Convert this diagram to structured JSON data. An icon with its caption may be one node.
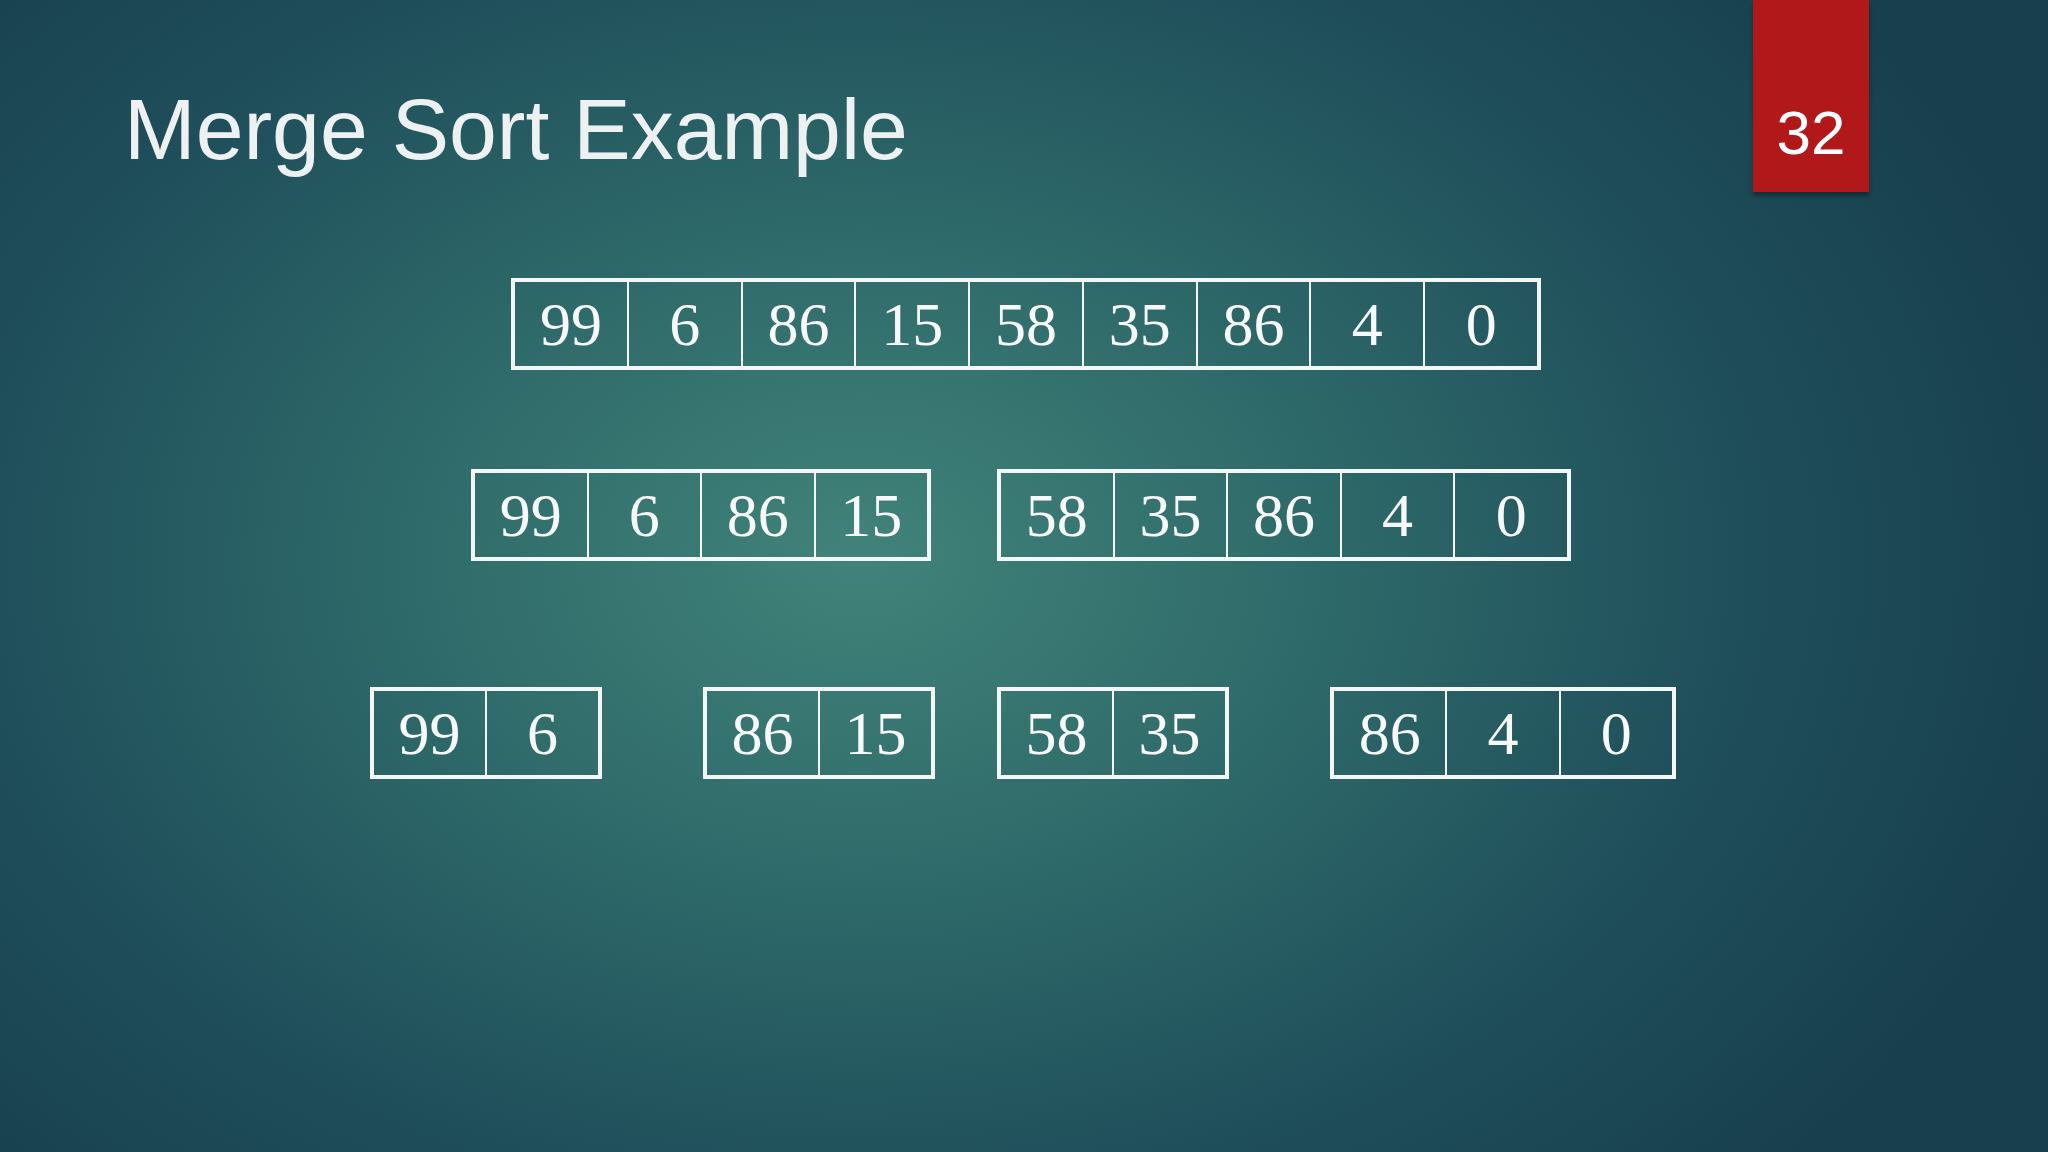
{
  "diagram": {
    "title": "Merge Sort Example",
    "nodes": [
      {
        "text": [
          "99",
          "6",
          "86",
          "15",
          "58",
          "35",
          "86",
          "4",
          "0"
        ]
      },
      {
        "text": [
          "99",
          "6",
          "86",
          "15"
        ]
      },
      {
        "text": [
          "58",
          "35",
          "86",
          "4",
          "0"
        ]
      },
      {
        "text": [
          "99",
          "6"
        ]
      },
      {
        "text": [
          "86",
          "15"
        ]
      },
      {
        "text": [
          "58",
          "35"
        ]
      },
      {
        "text": [
          "86",
          "4",
          "0"
        ]
      }
    ],
    "labels": [
      "32"
    ]
  }
}
